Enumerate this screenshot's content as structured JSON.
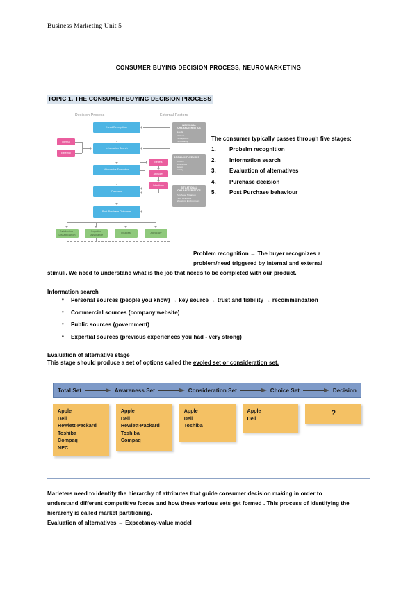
{
  "header": {
    "running_head": "Business Marketing Unit 5",
    "doc_title": "CONSUMER BUYING DECISION PROCESS, NEUROMARKETING"
  },
  "topic_heading": "TOPIC 1. THE CONSUMER BUYING DECISION PROCESS",
  "figure_decision_process": {
    "col_label_left": "Decision Process",
    "col_label_right": "External Factors",
    "stages": [
      "Need Recognition",
      "Information Search",
      "Alternative Evaluation",
      "Purchase",
      "Post-Purchase Outcomes"
    ],
    "stimuli": [
      "Internal",
      "External"
    ],
    "mediators": [
      "Beliefs",
      "Attitudes",
      "Intentions"
    ],
    "outcomes": [
      "Satisfaction / Dissatisfaction",
      "Cognitive Dissonance",
      "Disposal",
      "Advocacy"
    ],
    "external_factors": [
      {
        "title": "INDIVIDUAL CHARACTERISTICS",
        "items": [
          "Needs",
          "Motives",
          "Perceptions",
          "Personality"
        ]
      },
      {
        "title": "SOCIAL INFLUENCES",
        "items": [
          "Culture",
          "Reference",
          "Group",
          "Family"
        ]
      },
      {
        "title": "SITUATIONAL CHARACTERISTICS",
        "items": [
          "Purchase Situation",
          "Time Available",
          "Shopping Environment"
        ]
      }
    ]
  },
  "stages_list": {
    "intro": "The consumer typically passes through five stages:",
    "items": [
      {
        "num": "1.",
        "label": "Probelm recognition"
      },
      {
        "num": "2.",
        "label": "Information search"
      },
      {
        "num": "3.",
        "label": "Evaluation of alternatives"
      },
      {
        "num": "4.",
        "label": "Purchase decision"
      },
      {
        "num": "5.",
        "label": "Post Purchase behaviour"
      }
    ]
  },
  "problem_recognition": {
    "line1": "Problem recognition → The buyer recognizes a",
    "line2": "problem/need triggered by internal and external",
    "line3": "stimuli. We need to understand what is the job that needs to be completed with our product."
  },
  "information_search": {
    "heading": "Information search",
    "bullets": [
      "Personal sources (people you know) → key source → trust and fiability → recommendation",
      "Commercial sources (company website)",
      "Public sources (government)",
      "Expertial sources (previous experiences you had - very strong)"
    ]
  },
  "evaluation_stage": {
    "heading": "Evaluation of alternative stage",
    "line_prefix": "This stage should produce a set of options called the ",
    "line_underlined": "evoled set or consideration set."
  },
  "figure_sets": {
    "band_labels": [
      "Total Set",
      "Awareness Set",
      "Consideration Set",
      "Choice Set",
      "Decision"
    ],
    "cards": [
      {
        "brands": [
          "Apple",
          "Dell",
          "Hewlett-Packard",
          "Toshiba",
          "Compaq",
          "NEC"
        ]
      },
      {
        "brands": [
          "Apple",
          "Dell",
          "Hewlett-Packard",
          "Toshiba",
          "Compaq"
        ]
      },
      {
        "brands": [
          "Apple",
          "Dell",
          "Toshiba"
        ]
      },
      {
        "brands": [
          "Apple",
          "Dell"
        ]
      },
      {
        "brands": [
          "?"
        ]
      }
    ]
  },
  "closing": {
    "line1": "Marleters need to identify the hierarchy of attributes that guide consumer decision making in order to",
    "line2": "understand different competitive forces and how these various sets get formed . This process of identifying the",
    "line3_prefix": "hierarchy is called ",
    "line3_underlined": "market partitioning.",
    "line4": "Evaluation of alternatives → Expectancy-value model"
  },
  "colors": {
    "heading_highlight": "#d8e2ec",
    "diagram_blue": "#4db5e4",
    "diagram_pink": "#ea5e9e",
    "diagram_green": "#8fc97c",
    "diagram_gray": "#a8a8a8",
    "band_blue": "#7e9ac8",
    "card_yellow": "#f4c164"
  }
}
